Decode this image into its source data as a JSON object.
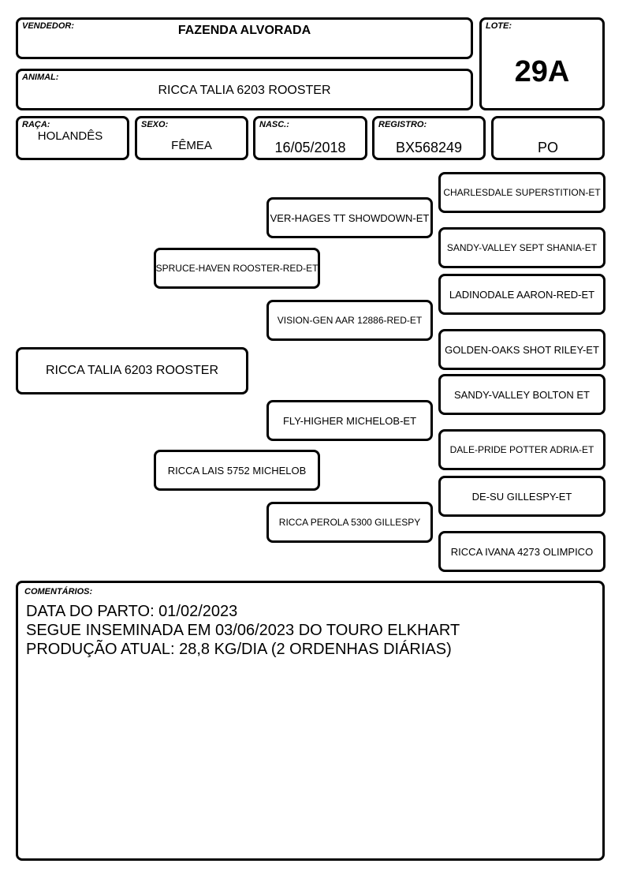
{
  "header": {
    "vendor_label": "VENDEDOR:",
    "vendor": "FAZENDA ALVORADA",
    "lot_label": "LOTE:",
    "lot": "29A",
    "animal_label": "ANIMAL:",
    "animal": "RICCA TALIA 6203 ROOSTER"
  },
  "info": {
    "breed_label": "RAÇA:",
    "breed": "HOLANDÊS",
    "sex_label": "SEXO:",
    "sex": "FÊMEA",
    "birth_label": "NASC.:",
    "birth": "16/05/2018",
    "registry_label": "REGISTRO:",
    "registry": "BX568249",
    "category": "PO"
  },
  "pedigree": {
    "animal": "RICCA TALIA 6203 ROOSTER",
    "sire": "SPRUCE-HAVEN ROOSTER-RED-ET",
    "dam": "RICCA LAIS 5752 MICHELOB",
    "sire_sire": "VER-HAGES TT SHOWDOWN-ET",
    "sire_dam": "VISION-GEN AAR 12886-RED-ET",
    "dam_sire": "FLY-HIGHER MICHELOB-ET",
    "dam_dam": "RICCA PEROLA 5300 GILLESPY",
    "ggp": [
      "CHARLESDALE SUPERSTITION-ET",
      "SANDY-VALLEY SEPT SHANIA-ET",
      "LADINODALE AARON-RED-ET",
      "GOLDEN-OAKS SHOT RILEY-ET",
      "SANDY-VALLEY BOLTON ET",
      "DALE-PRIDE POTTER ADRIA-ET",
      "DE-SU GILLESPY-ET",
      "RICCA IVANA 4273 OLIMPICO"
    ]
  },
  "comments": {
    "label": "COMENTÁRIOS:",
    "lines": [
      "DATA DO PARTO: 01/02/2023",
      "SEGUE INSEMINADA EM 03/06/2023 DO TOURO ELKHART",
      "PRODUÇÃO ATUAL: 28,8 KG/DIA (2 ORDENHAS DIÁRIAS)"
    ]
  }
}
